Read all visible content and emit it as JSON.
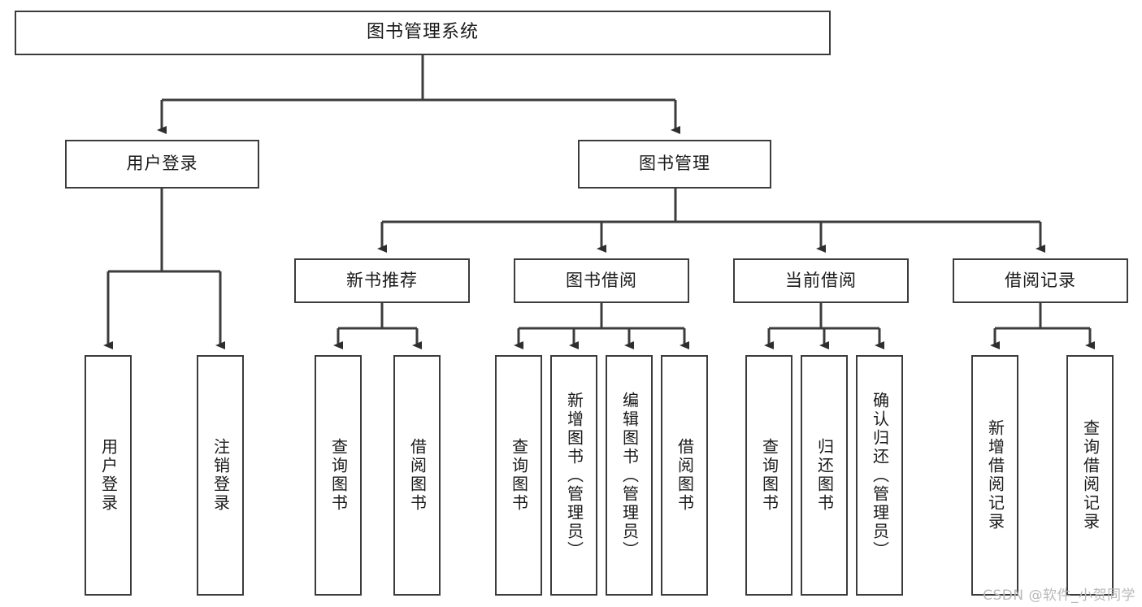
{
  "diagram": {
    "title": "图书管理系统",
    "type": "tree-hierarchy-diagram",
    "background_color": "#ffffff",
    "line_color": "#3c3c3c",
    "text_color": "#1a1a1a"
  },
  "root": {
    "label": "图书管理系统"
  },
  "level1": [
    {
      "label": "用户登录"
    },
    {
      "label": "图书管理"
    }
  ],
  "level2": [
    {
      "label": "新书推荐"
    },
    {
      "label": "图书借阅"
    },
    {
      "label": "当前借阅"
    },
    {
      "label": "借阅记录"
    }
  ],
  "leaves": {
    "user_login": [
      {
        "label": "用户登录"
      },
      {
        "label": "注销登录"
      }
    ],
    "new_book_recommend": [
      {
        "label": "查询图书"
      },
      {
        "label": "借阅图书"
      }
    ],
    "book_borrow": [
      {
        "label": "查询图书"
      },
      {
        "label": "新增图书（管理员）"
      },
      {
        "label": "编辑图书（管理员）"
      },
      {
        "label": "借阅图书"
      }
    ],
    "current_borrow": [
      {
        "label": "查询图书"
      },
      {
        "label": "归还图书"
      },
      {
        "label": "确认归还（管理员）"
      }
    ],
    "borrow_record": [
      {
        "label": "新增借阅记录"
      },
      {
        "label": "查询借阅记录"
      }
    ]
  },
  "watermark": {
    "text": "CSDN @软件_小贺同学"
  }
}
